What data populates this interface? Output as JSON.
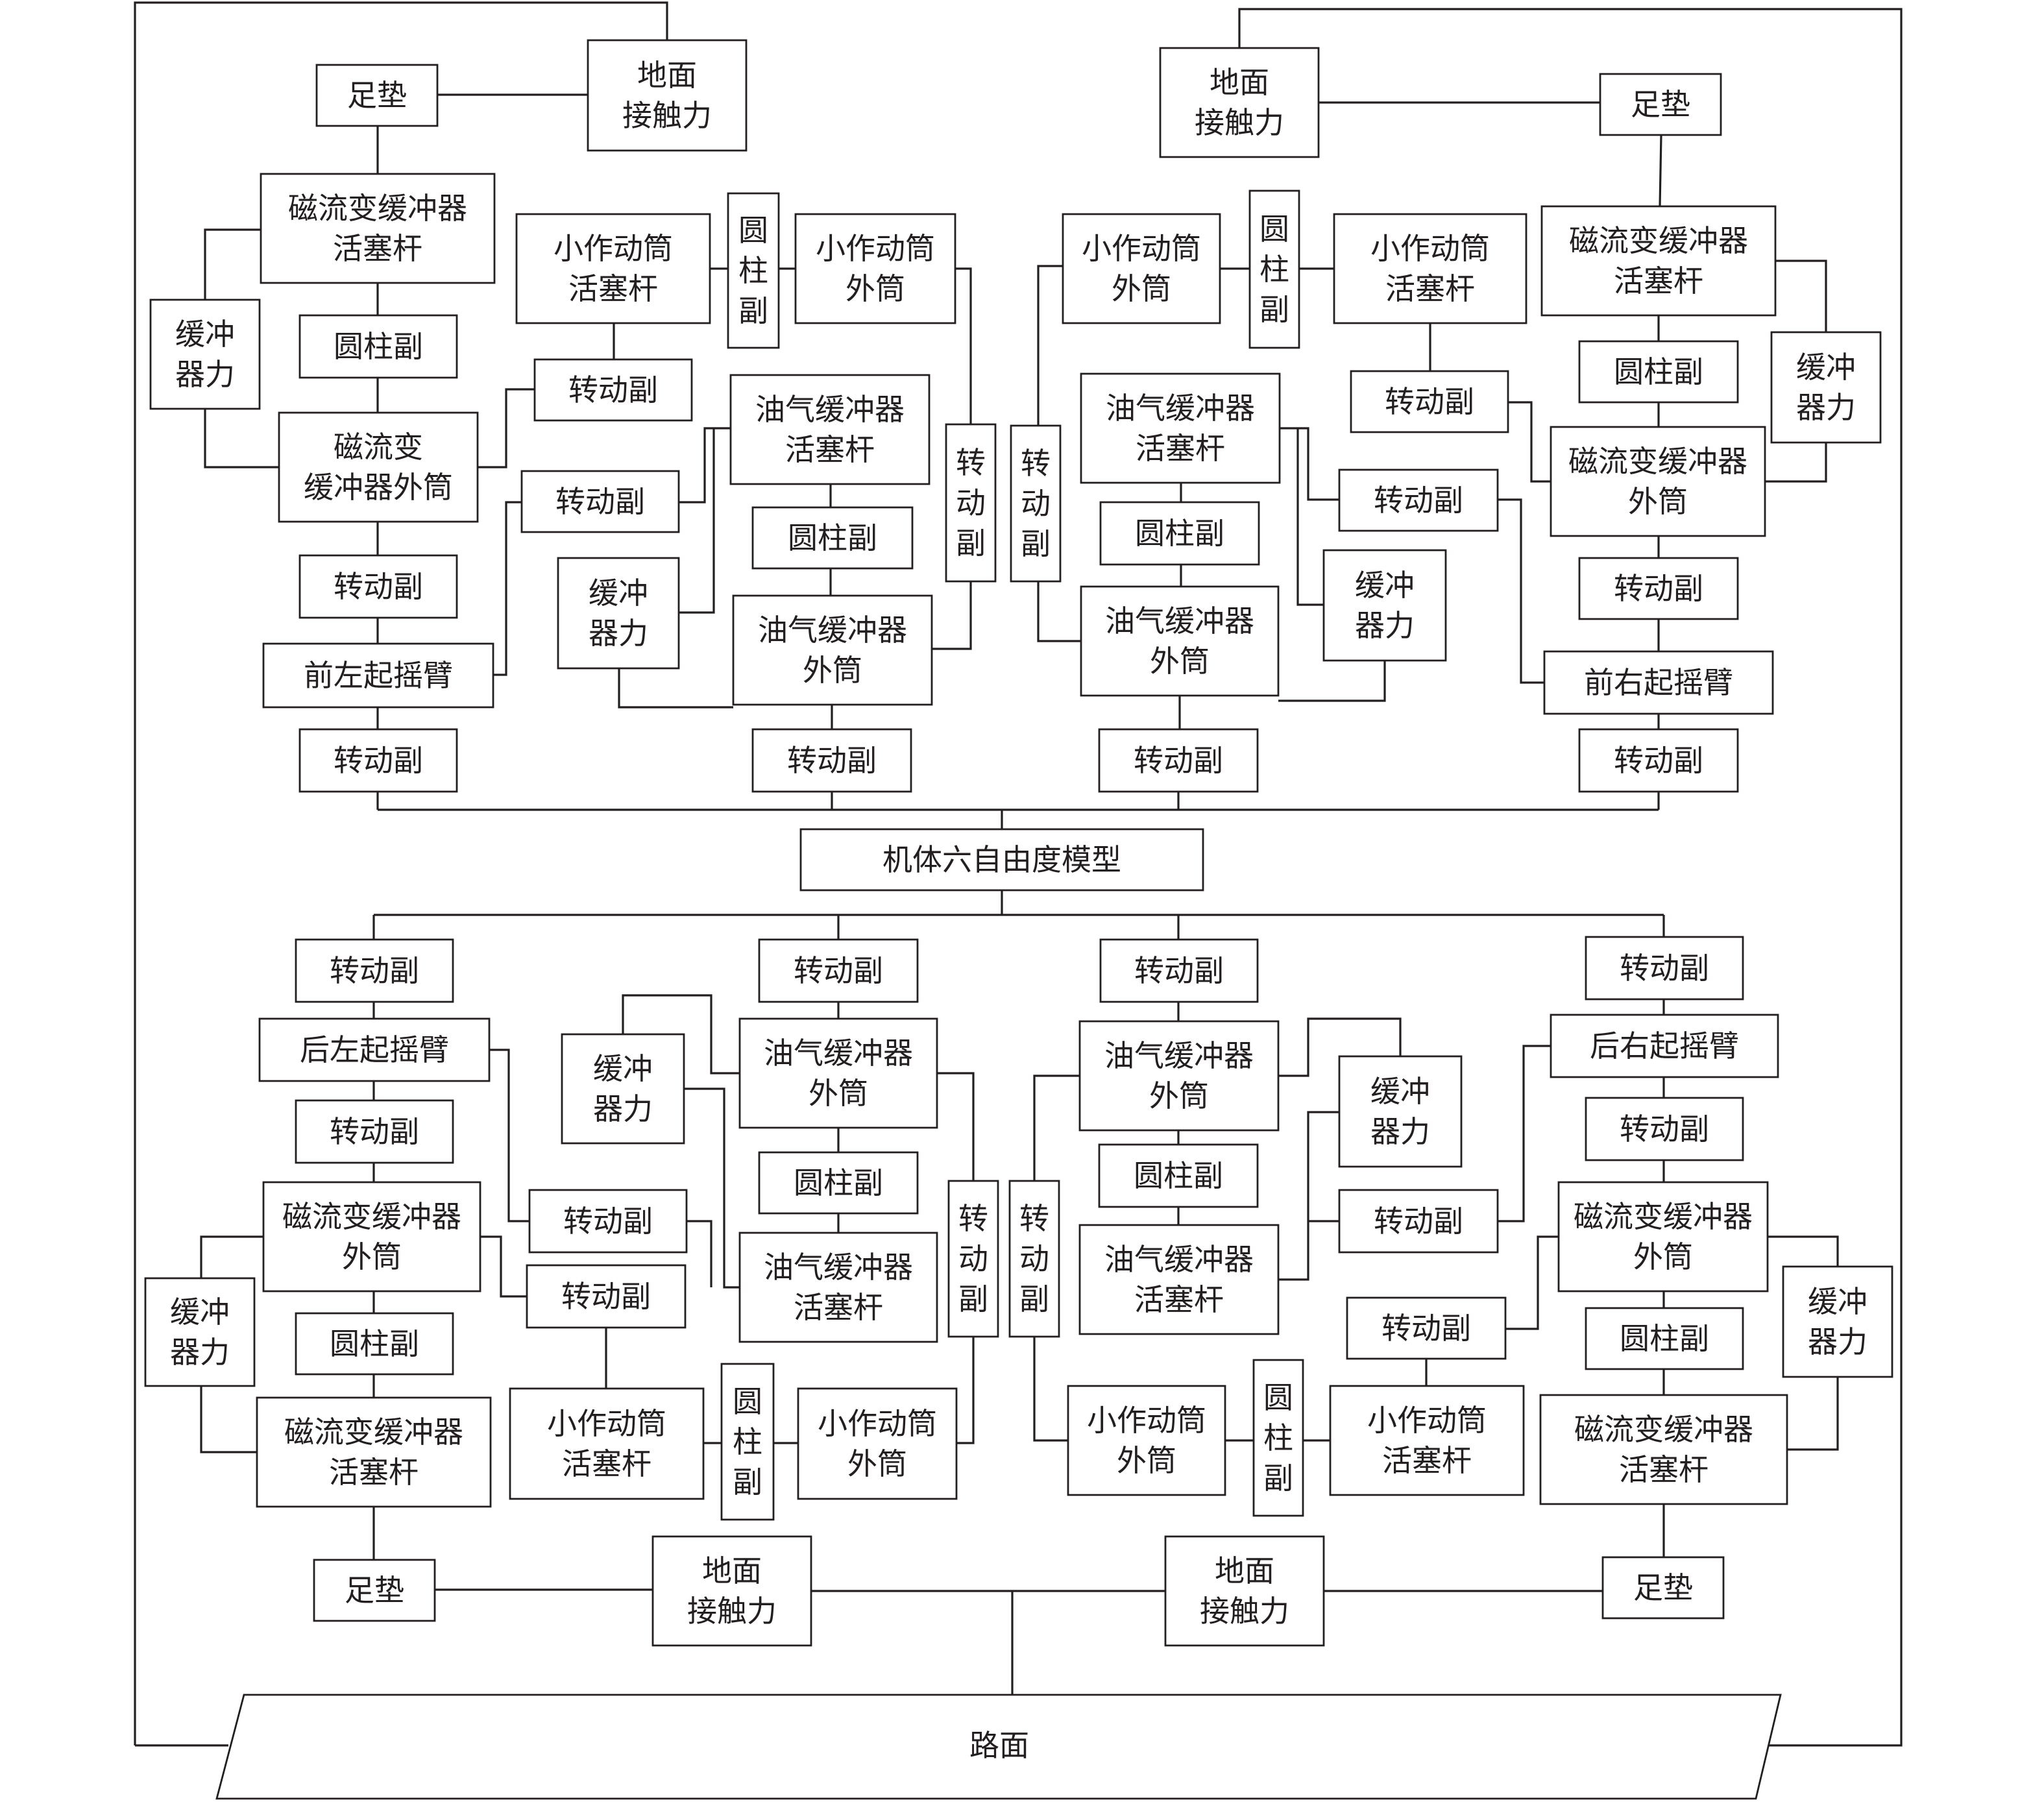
{
  "diagram": {
    "road_label": "路面",
    "center": {
      "lines": [
        "机体六自由度模型"
      ]
    },
    "boxes": [
      {
        "lines": [
          "足垫"
        ]
      },
      {
        "lines": [
          "地面",
          "接触力"
        ]
      },
      {
        "lines": [
          "磁流变缓冲器",
          "活塞杆"
        ]
      },
      {
        "lines": [
          "缓冲",
          "器力"
        ]
      },
      {
        "lines": [
          "圆柱副"
        ]
      },
      {
        "lines": [
          "磁流变",
          "缓冲器外筒"
        ]
      },
      {
        "lines": [
          "转动副"
        ]
      },
      {
        "lines": [
          "前左起摇臂"
        ]
      },
      {
        "lines": [
          "转动副"
        ]
      },
      {
        "lines": [
          "小作动筒",
          "活塞杆"
        ]
      },
      {
        "lines": [
          "圆",
          "柱",
          "副"
        ]
      },
      {
        "lines": [
          "小作动筒",
          "外筒"
        ]
      },
      {
        "lines": [
          "转动副"
        ]
      },
      {
        "lines": [
          "转动副"
        ]
      },
      {
        "lines": [
          "油气缓冲器",
          "活塞杆"
        ]
      },
      {
        "lines": [
          "圆柱副"
        ]
      },
      {
        "lines": [
          "缓冲",
          "器力"
        ]
      },
      {
        "lines": [
          "油气缓冲器",
          "外筒"
        ]
      },
      {
        "lines": [
          "转",
          "动",
          "副"
        ]
      },
      {
        "lines": [
          "转动副"
        ]
      },
      {
        "lines": [
          "地面",
          "接触力"
        ]
      },
      {
        "lines": [
          "足垫"
        ]
      },
      {
        "lines": [
          "小作动筒",
          "外筒"
        ]
      },
      {
        "lines": [
          "圆",
          "柱",
          "副"
        ]
      },
      {
        "lines": [
          "小作动筒",
          "活塞杆"
        ]
      },
      {
        "lines": [
          "磁流变缓冲器",
          "活塞杆"
        ]
      },
      {
        "lines": [
          "转",
          "动",
          "副"
        ]
      },
      {
        "lines": [
          "油气缓冲器",
          "活塞杆"
        ]
      },
      {
        "lines": [
          "转动副"
        ]
      },
      {
        "lines": [
          "圆柱副"
        ]
      },
      {
        "lines": [
          "缓冲",
          "器力"
        ]
      },
      {
        "lines": [
          "磁流变缓冲器",
          "外筒"
        ]
      },
      {
        "lines": [
          "转动副"
        ]
      },
      {
        "lines": [
          "圆柱副"
        ]
      },
      {
        "lines": [
          "缓冲",
          "器力"
        ]
      },
      {
        "lines": [
          "油气缓冲器",
          "外筒"
        ]
      },
      {
        "lines": [
          "转动副"
        ]
      },
      {
        "lines": [
          "前右起摇臂"
        ]
      },
      {
        "lines": [
          "转动副"
        ]
      },
      {
        "lines": [
          "转动副"
        ]
      },
      {
        "lines": [
          "转动副"
        ]
      },
      {
        "lines": [
          "后左起摇臂"
        ]
      },
      {
        "lines": [
          "转动副"
        ]
      },
      {
        "lines": [
          "磁流变缓冲器",
          "外筒"
        ]
      },
      {
        "lines": [
          "缓冲",
          "器力"
        ]
      },
      {
        "lines": [
          "圆柱副"
        ]
      },
      {
        "lines": [
          "磁流变缓冲器",
          "活塞杆"
        ]
      },
      {
        "lines": [
          "足垫"
        ]
      },
      {
        "lines": [
          "转动副"
        ]
      },
      {
        "lines": [
          "缓冲",
          "器力"
        ]
      },
      {
        "lines": [
          "油气缓冲器",
          "外筒"
        ]
      },
      {
        "lines": [
          "圆柱副"
        ]
      },
      {
        "lines": [
          "转动副"
        ]
      },
      {
        "lines": [
          "油气缓冲器",
          "活塞杆"
        ]
      },
      {
        "lines": [
          "转动副"
        ]
      },
      {
        "lines": [
          "转",
          "动",
          "副"
        ]
      },
      {
        "lines": [
          "小作动筒",
          "活塞杆"
        ]
      },
      {
        "lines": [
          "圆",
          "柱",
          "副"
        ]
      },
      {
        "lines": [
          "小作动筒",
          "外筒"
        ]
      },
      {
        "lines": [
          "地面",
          "接触力"
        ]
      },
      {
        "lines": [
          "转动副"
        ]
      },
      {
        "lines": [
          "油气缓冲器",
          "外筒"
        ]
      },
      {
        "lines": [
          "缓冲",
          "器力"
        ]
      },
      {
        "lines": [
          "圆柱副"
        ]
      },
      {
        "lines": [
          "转",
          "动",
          "副"
        ]
      },
      {
        "lines": [
          "转动副"
        ]
      },
      {
        "lines": [
          "油气缓冲器",
          "活塞杆"
        ]
      },
      {
        "lines": [
          "转动副"
        ]
      },
      {
        "lines": [
          "小作动筒",
          "外筒"
        ]
      },
      {
        "lines": [
          "圆",
          "柱",
          "副"
        ]
      },
      {
        "lines": [
          "小作动筒",
          "活塞杆"
        ]
      },
      {
        "lines": [
          "地面",
          "接触力"
        ]
      },
      {
        "lines": [
          "足垫"
        ]
      },
      {
        "lines": [
          "转动副"
        ]
      },
      {
        "lines": [
          "后右起摇臂"
        ]
      },
      {
        "lines": [
          "转动副"
        ]
      },
      {
        "lines": [
          "磁流变缓冲器",
          "外筒"
        ]
      },
      {
        "lines": [
          "缓冲",
          "器力"
        ]
      },
      {
        "lines": [
          "圆柱副"
        ]
      },
      {
        "lines": [
          "磁流变缓冲器",
          "活塞杆"
        ]
      }
    ]
  }
}
